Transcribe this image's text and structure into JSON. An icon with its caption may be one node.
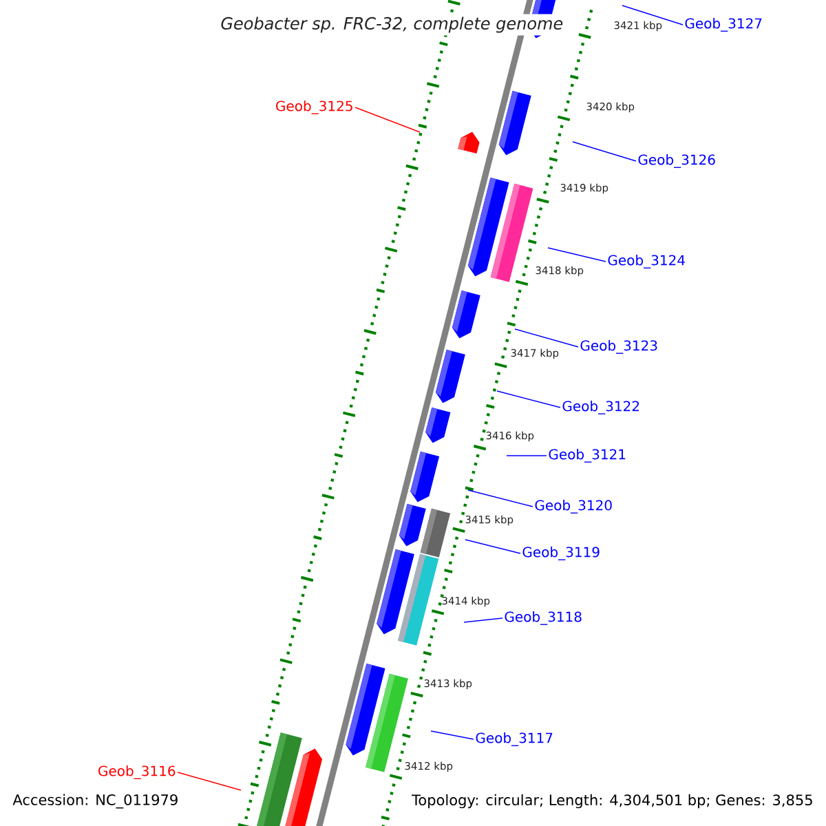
{
  "diagram": {
    "title": "Geobacter sp. FRC-32, complete genome",
    "nodes": [
      {
        "text": [
          "Geob_3127"
        ]
      },
      {
        "text": [
          "Geob_3125"
        ]
      },
      {
        "text": [
          "Geob_3126"
        ]
      },
      {
        "text": [
          "Geob_3124"
        ]
      },
      {
        "text": [
          "Geob_3123"
        ]
      },
      {
        "text": [
          "Geob_3122"
        ]
      },
      {
        "text": [
          "Geob_3121"
        ]
      },
      {
        "text": [
          "Geob_3120"
        ]
      },
      {
        "text": [
          "Geob_3119"
        ]
      },
      {
        "text": [
          "Geob_3118"
        ]
      },
      {
        "text": [
          "Geob_3117"
        ]
      },
      {
        "text": [
          "Geob_3116"
        ]
      }
    ],
    "edges": [
      {
        "from": 0,
        "to": null,
        "arrow": "none"
      },
      {
        "from": 1,
        "to": null,
        "arrow": "none",
        "color": "#ff0000"
      },
      {
        "from": 2,
        "to": null,
        "arrow": "none"
      },
      {
        "from": 3,
        "to": null,
        "arrow": "none"
      },
      {
        "from": 4,
        "to": null,
        "arrow": "none"
      },
      {
        "from": 5,
        "to": null,
        "arrow": "none"
      },
      {
        "from": 6,
        "to": null,
        "arrow": "none"
      },
      {
        "from": 7,
        "to": null,
        "arrow": "none"
      },
      {
        "from": 8,
        "to": null,
        "arrow": "none"
      },
      {
        "from": 9,
        "to": null,
        "arrow": "none"
      },
      {
        "from": 10,
        "to": null,
        "arrow": "none"
      },
      {
        "from": 11,
        "to": null,
        "arrow": "none",
        "color": "#ff0000"
      }
    ],
    "labels": [
      "3421 kbp",
      "3420 kbp",
      "3419 kbp",
      "3418 kbp",
      "3417 kbp",
      "3416 kbp",
      "3415 kbp",
      "3414 kbp",
      "3413 kbp",
      "3412 kbp",
      "Accession: NC_011979",
      "Topology: circular; Length: 4,304,501 bp; Genes: 3,855"
    ]
  }
}
